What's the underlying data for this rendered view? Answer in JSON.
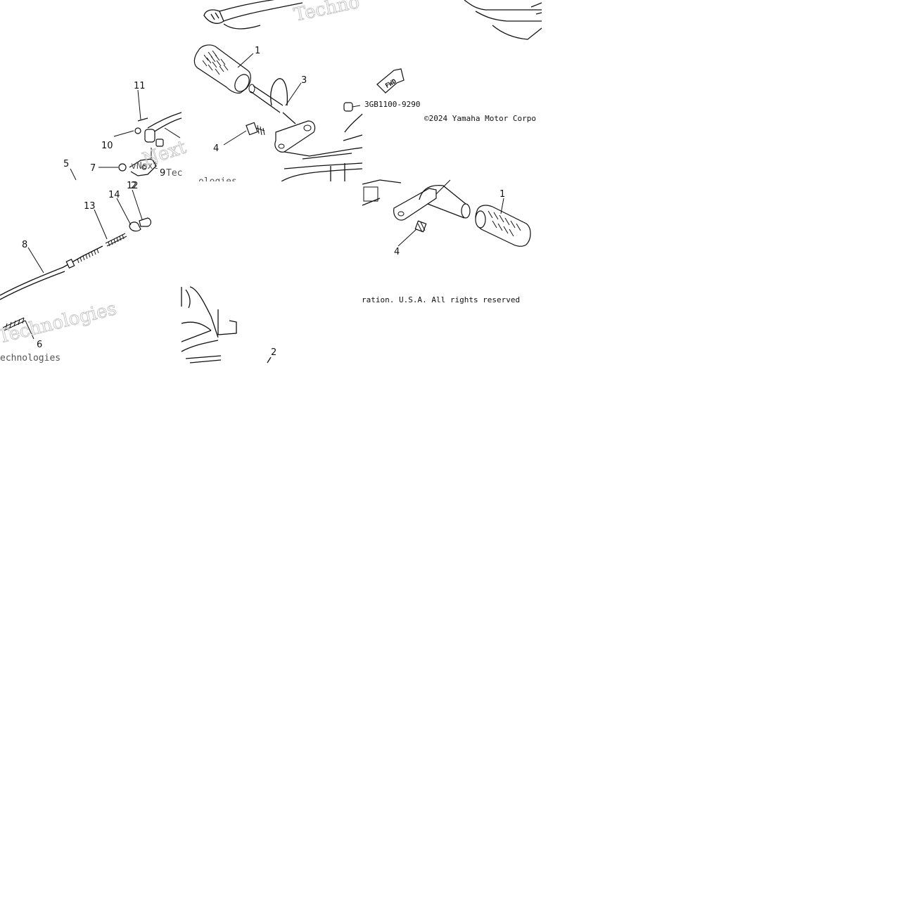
{
  "diagram": {
    "part_code": "3GB1100-9290",
    "copyright_top": "©2024 Yamaha Motor Corpo",
    "copyright_bottom": "ration. U.S.A. All rights reserved",
    "fwd_label": "FWD",
    "watermark_lines": [
      "Technologies",
      "vNext",
      "Tec",
      "ologies",
      "Next",
      "echnologies",
      "Techno"
    ],
    "callouts": {
      "c1_top": "1",
      "c1_bottom": "1",
      "c2_mid": "2",
      "c2_bottom": "2",
      "c3": "3",
      "c4_left": "4",
      "c4_right": "4",
      "c5": "5",
      "c6": "6",
      "c7": "7",
      "c8": "8",
      "c9": "9",
      "c10": "10",
      "c11": "11",
      "c12": "12",
      "c13": "13",
      "c14": "14"
    }
  }
}
